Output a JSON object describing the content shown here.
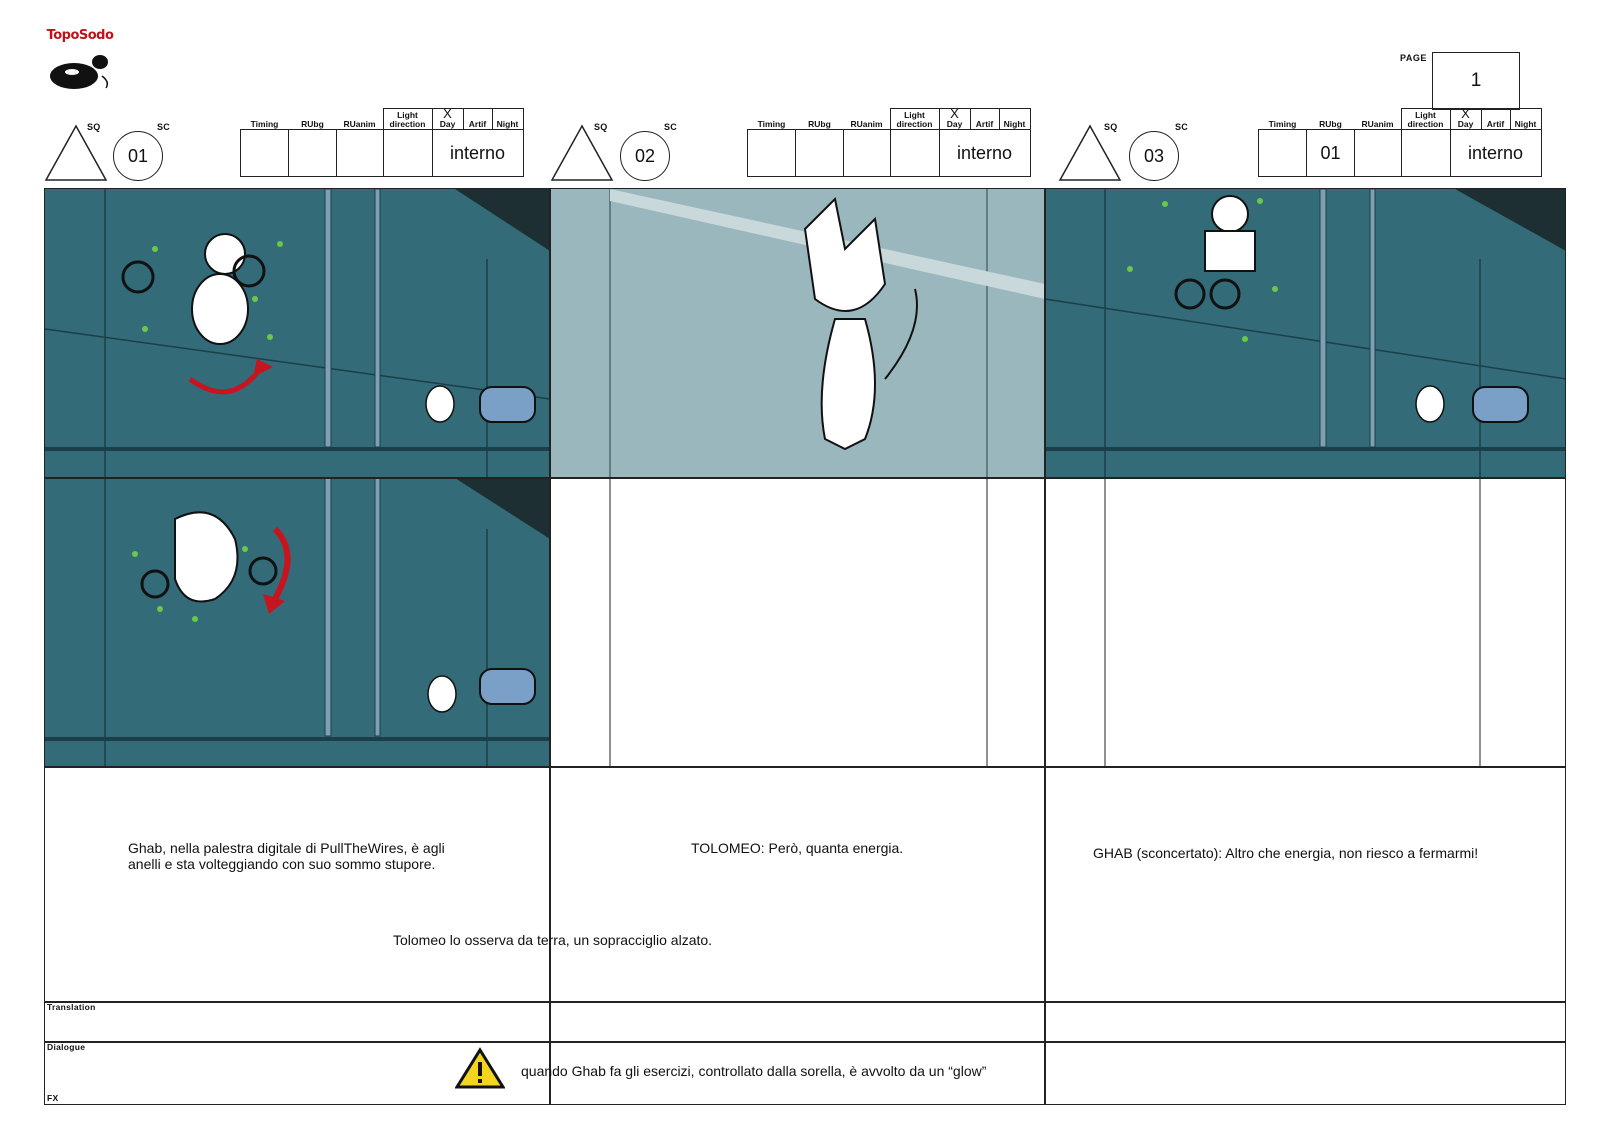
{
  "logo": {
    "text": "TopoSodo"
  },
  "page": {
    "label": "PAGE",
    "number": "1"
  },
  "column_headers": {
    "sq": "SQ",
    "sc": "SC",
    "timing": "Timing",
    "rubg": "RUbg",
    "ruanim": "RUanim",
    "light": "Light",
    "direction": "direction",
    "day": "Day",
    "artif": "Artif",
    "night": "Night",
    "x_mark": "X"
  },
  "scenes": [
    {
      "sc": "01",
      "rubg_value": "",
      "interior": "interno"
    },
    {
      "sc": "02",
      "rubg_value": "",
      "interior": "interno"
    },
    {
      "sc": "03",
      "rubg_value": "01",
      "interior": "interno"
    }
  ],
  "descriptions": {
    "panel1_a": "Ghab, nella palestra digitale di PullTheWires, è agli",
    "panel1_b": "anelli e sta volteggiando con suo sommo stupore.",
    "panel1_c": "Tolomeo lo osserva da terra, un sopracciglio alzato.",
    "panel2": "TOLOMEO: Però, quanta energia.",
    "panel3": "GHAB (sconcertato): Altro che energia, non riesco a fermarmi!"
  },
  "row_labels": {
    "translation": "Translation",
    "dialogue": "Dialogue",
    "fx": "FX"
  },
  "fx_note": "quando Ghab fa gli esercizi, controllato dalla sorella, è avvolto da un “glow”",
  "colors": {
    "teal_bg": "#336b78",
    "pale_teal": "#9ab7bd",
    "arrow_red": "#c8141e",
    "glow_green": "#6cc84a",
    "warning_yellow": "#f2d51c"
  }
}
